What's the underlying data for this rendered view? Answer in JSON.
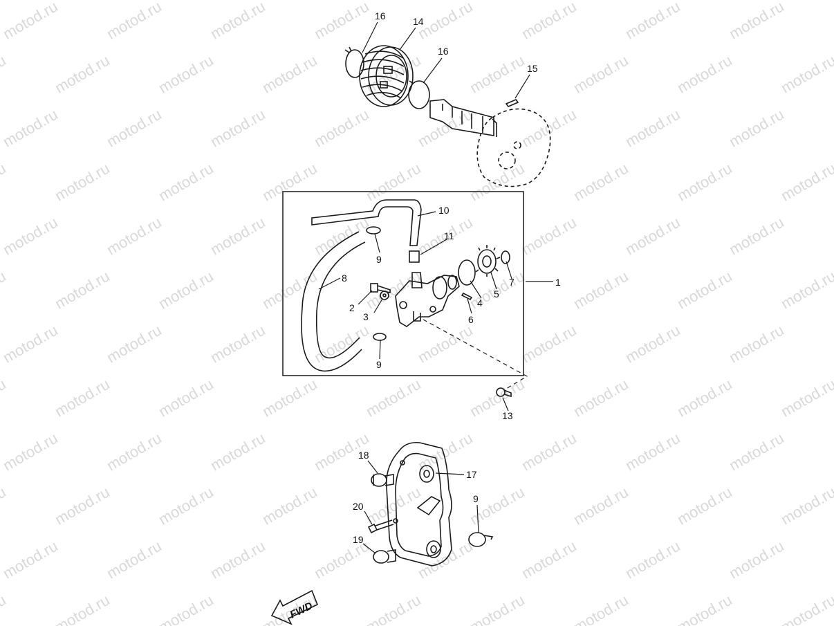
{
  "watermark": "motod.ru",
  "fwd_label": "FWD",
  "callouts": [
    "16",
    "14",
    "16",
    "15",
    "10",
    "11",
    "9",
    "8",
    "2",
    "3",
    "4",
    "5",
    "6",
    "7",
    "1",
    "9",
    "13",
    "18",
    "17",
    "9",
    "20",
    "19"
  ]
}
